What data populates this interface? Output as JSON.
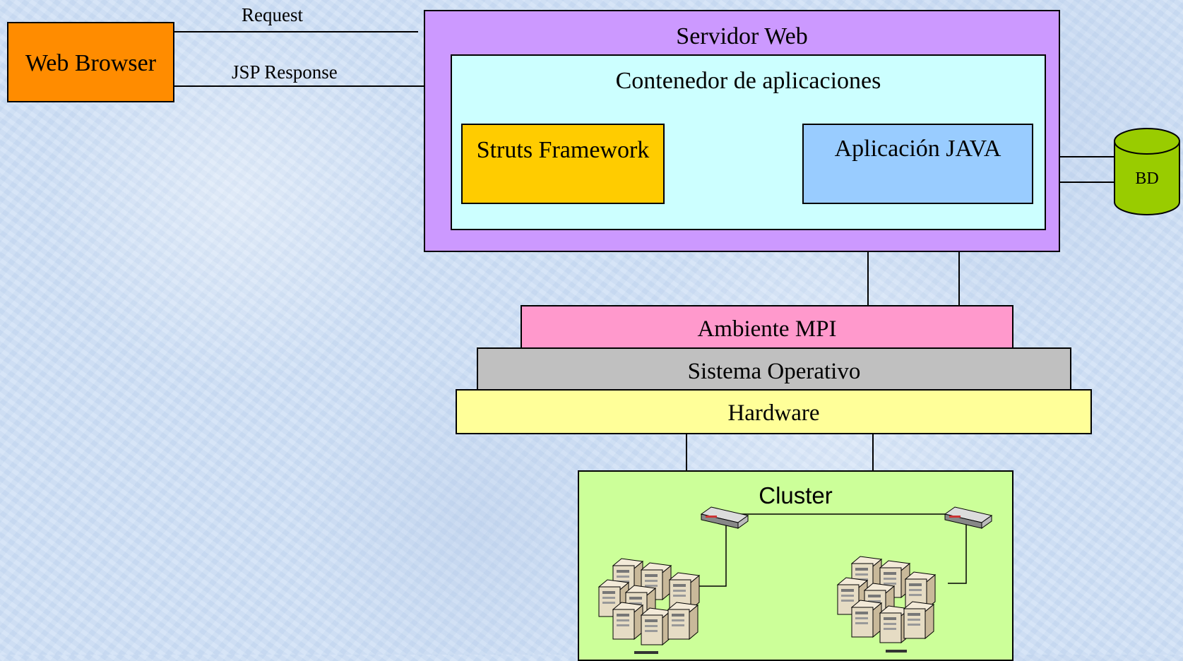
{
  "browser": {
    "label": "Web Browser"
  },
  "links": {
    "request": "Request",
    "response": "JSP Response"
  },
  "server": {
    "title": "Servidor Web",
    "container": {
      "title": "Contenedor de aplicaciones",
      "struts": "Struts Framework",
      "app": "Aplicación JAVA"
    }
  },
  "db": {
    "label": "BD"
  },
  "layers": {
    "mpi": "Ambiente MPI",
    "os": "Sistema Operativo",
    "hardware": "Hardware"
  },
  "cluster": {
    "title": "Cluster"
  },
  "icons": {
    "switch_left": "network-switch-icon",
    "switch_right": "network-switch-icon",
    "servers_left": "server-rack-icon",
    "servers_right": "server-rack-icon"
  },
  "colors": {
    "browser": "#ff8c00",
    "server": "#cc99ff",
    "container": "#ccffff",
    "struts": "#ffcc00",
    "app": "#99ccff",
    "db": "#99cc00",
    "mpi": "#ff99cc",
    "os": "#c0c0c0",
    "hardware": "#ffff99",
    "cluster": "#ccff99"
  }
}
